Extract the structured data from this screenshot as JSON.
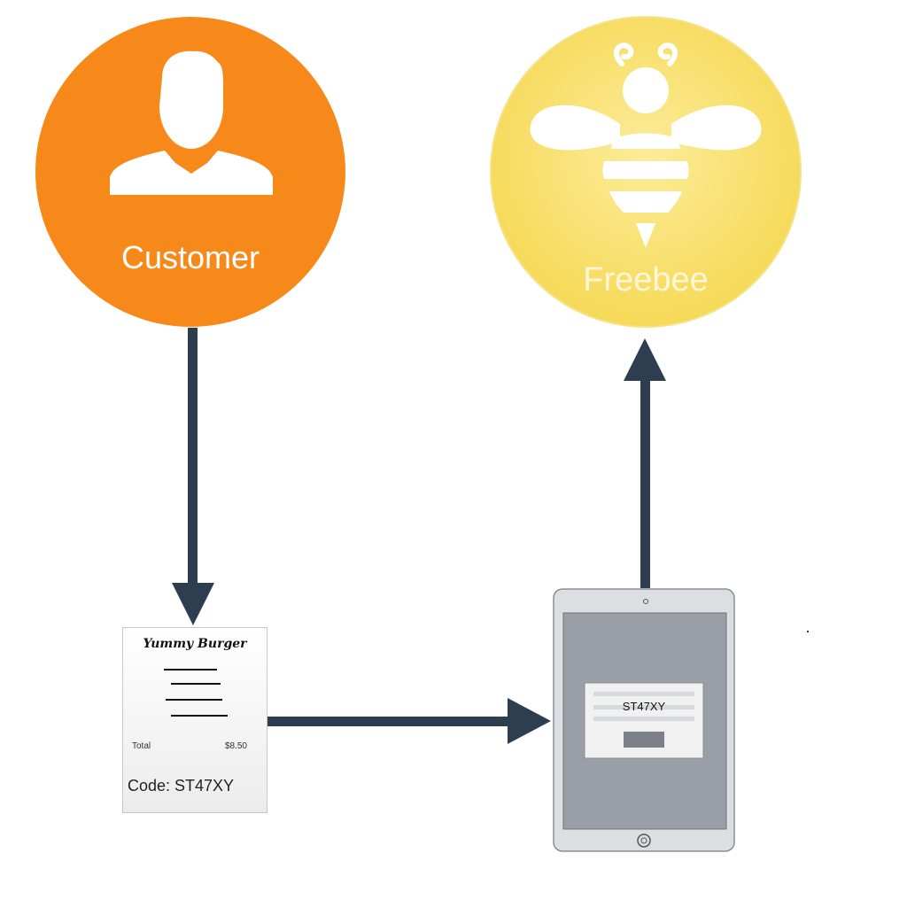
{
  "nodes": {
    "customer": {
      "label": "Customer",
      "color": "#f7891a",
      "icon": "person-icon"
    },
    "freebee": {
      "label": "Freebee",
      "color": "#f9df6a",
      "icon": "bee-icon"
    }
  },
  "receipt": {
    "store_name": "Yummy Burger",
    "total_label": "Total",
    "total_value": "$8.50",
    "code_text": "Code:   ST47XY"
  },
  "tablet": {
    "screen_code": "ST47XY",
    "icon": "tablet-icon"
  },
  "colors": {
    "arrow": "#2d3e50",
    "tablet_body": "#dcdee2",
    "tablet_screen": "#9a9ea6"
  }
}
